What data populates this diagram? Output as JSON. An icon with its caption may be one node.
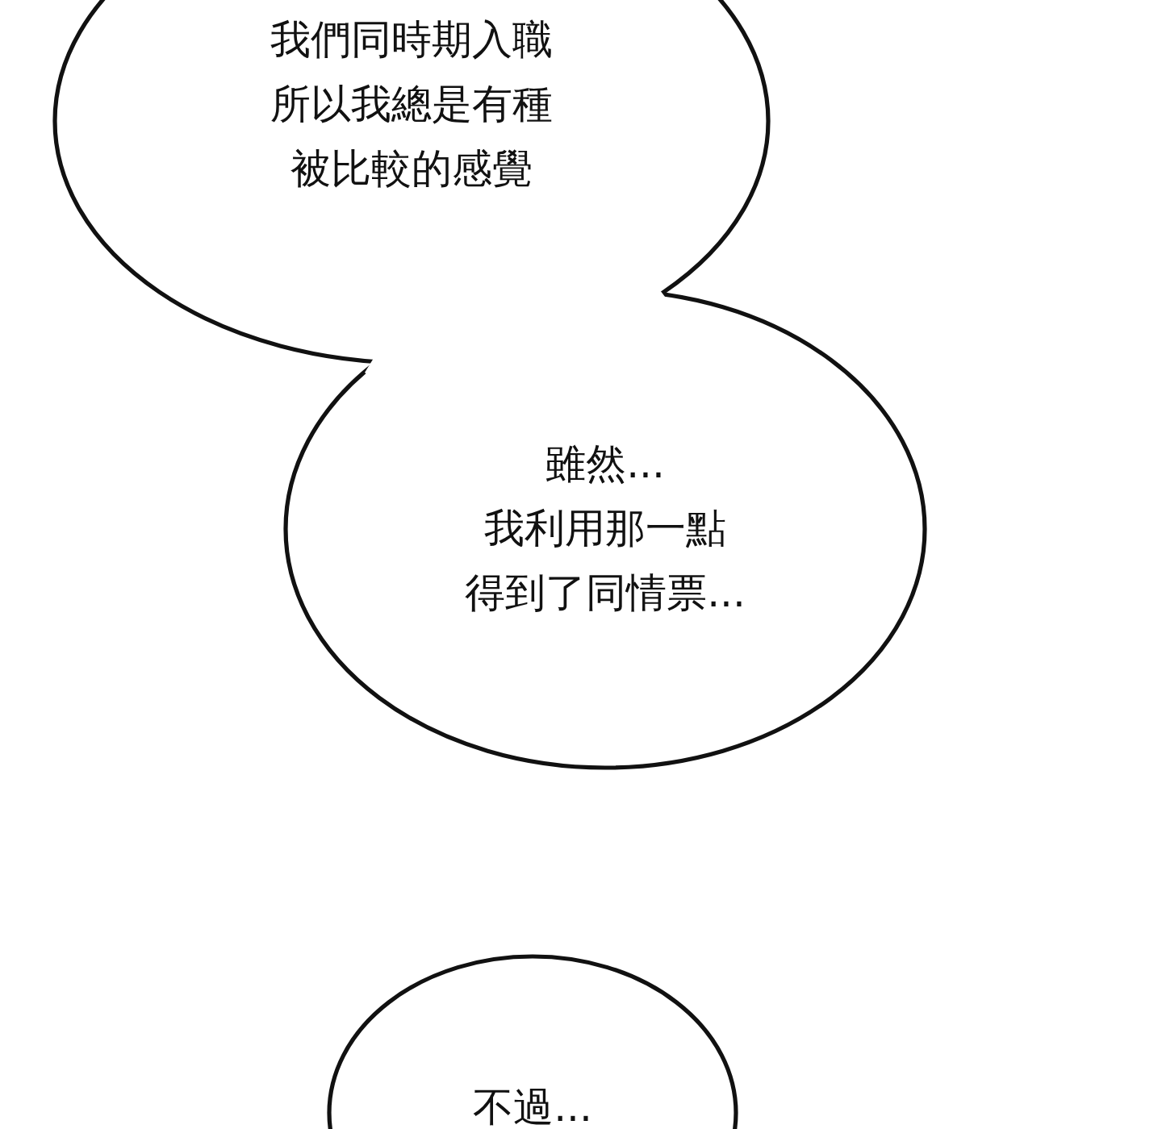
{
  "diagram": {
    "nodes": [
      {
        "text": [
          "我們同時期入職所以我總是有種被比較的感覺"
        ]
      },
      {
        "text": [
          "雖然...我利用那一點得到了同情票..."
        ]
      },
      {
        "text": [
          "不過..."
        ]
      }
    ]
  }
}
